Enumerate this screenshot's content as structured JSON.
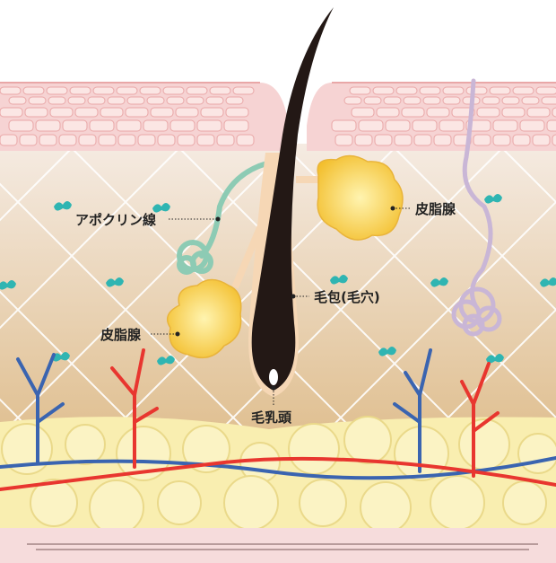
{
  "labels": {
    "apocrine_gland": "アポクリン線",
    "sebaceous_gland_right": "皮脂腺",
    "sebaceous_gland_left": "皮脂腺",
    "hair_follicle": "毛包(毛穴)",
    "dermal_papilla": "毛乳頭"
  },
  "colors": {
    "epidermis": "#f6d3d3",
    "dermis_top": "#f3e6dc",
    "dermis_bottom": "#e3c49a",
    "fat": "#f9eeb0",
    "hair": "#231815",
    "artery": "#e8362f",
    "vein": "#3a64b0",
    "sebaceous": "#f7c93e",
    "apocrine": "#8dcbb4",
    "sweat_gland": "#c9b6d6",
    "fiber_cell": "#2fb5b2"
  }
}
